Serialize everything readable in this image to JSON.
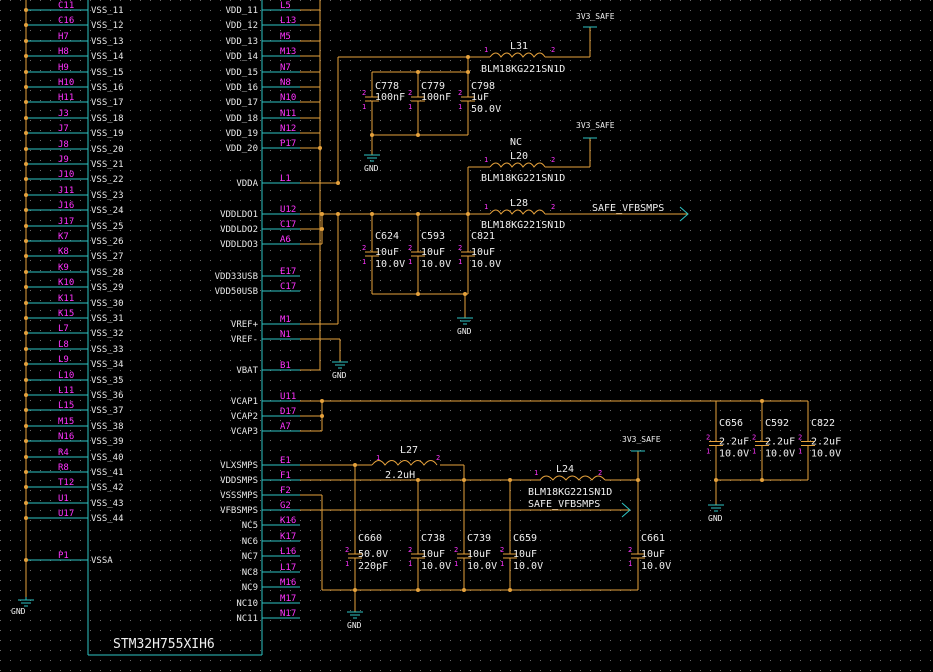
{
  "part": "STM32H755XIH6",
  "left_pins": [
    {
      "n": "C11",
      "s": "VSS_11"
    },
    {
      "n": "C16",
      "s": "VSS_12"
    },
    {
      "n": "H7",
      "s": "VSS_13"
    },
    {
      "n": "H8",
      "s": "VSS_14"
    },
    {
      "n": "H9",
      "s": "VSS_15"
    },
    {
      "n": "H10",
      "s": "VSS_16"
    },
    {
      "n": "H11",
      "s": "VSS_17"
    },
    {
      "n": "J3",
      "s": "VSS_18"
    },
    {
      "n": "J7",
      "s": "VSS_19"
    },
    {
      "n": "J8",
      "s": "VSS_20"
    },
    {
      "n": "J9",
      "s": "VSS_21"
    },
    {
      "n": "J10",
      "s": "VSS_22"
    },
    {
      "n": "J11",
      "s": "VSS_23"
    },
    {
      "n": "J16",
      "s": "VSS_24"
    },
    {
      "n": "J17",
      "s": "VSS_25"
    },
    {
      "n": "K7",
      "s": "VSS_26"
    },
    {
      "n": "K8",
      "s": "VSS_27"
    },
    {
      "n": "K9",
      "s": "VSS_28"
    },
    {
      "n": "K10",
      "s": "VSS_29"
    },
    {
      "n": "K11",
      "s": "VSS_30"
    },
    {
      "n": "K15",
      "s": "VSS_31"
    },
    {
      "n": "L7",
      "s": "VSS_32"
    },
    {
      "n": "L8",
      "s": "VSS_33"
    },
    {
      "n": "L9",
      "s": "VSS_34"
    },
    {
      "n": "L10",
      "s": "VSS_35"
    },
    {
      "n": "L11",
      "s": "VSS_36"
    },
    {
      "n": "L15",
      "s": "VSS_37"
    },
    {
      "n": "M15",
      "s": "VSS_38"
    },
    {
      "n": "N16",
      "s": "VSS_39"
    },
    {
      "n": "R4",
      "s": "VSS_40"
    },
    {
      "n": "R8",
      "s": "VSS_41"
    },
    {
      "n": "T12",
      "s": "VSS_42"
    },
    {
      "n": "U1",
      "s": "VSS_43"
    },
    {
      "n": "U17",
      "s": "VSS_44"
    }
  ],
  "left_extra": {
    "n": "P1",
    "s": "VSSA"
  },
  "right_pins": [
    {
      "n": "L5",
      "s": "VDD_11"
    },
    {
      "n": "L13",
      "s": "VDD_12"
    },
    {
      "n": "M5",
      "s": "VDD_13"
    },
    {
      "n": "M13",
      "s": "VDD_14"
    },
    {
      "n": "N7",
      "s": "VDD_15"
    },
    {
      "n": "N8",
      "s": "VDD_16"
    },
    {
      "n": "N10",
      "s": "VDD_17"
    },
    {
      "n": "N11",
      "s": "VDD_18"
    },
    {
      "n": "N12",
      "s": "VDD_19"
    },
    {
      "n": "P17",
      "s": "VDD_20"
    },
    {
      "n": "L1",
      "s": "VDDA"
    },
    {
      "n": "U12",
      "s": "VDDLDO1"
    },
    {
      "n": "C17",
      "s": "VDDLDO2"
    },
    {
      "n": "A6",
      "s": "VDDLDO3"
    },
    {
      "n": "E17",
      "s": "VDD33USB"
    },
    {
      "n": "C17",
      "s": "VDD50USB"
    },
    {
      "n": "M1",
      "s": "VREF+"
    },
    {
      "n": "N1",
      "s": "VREF-"
    },
    {
      "n": "B1",
      "s": "VBAT"
    },
    {
      "n": "U11",
      "s": "VCAP1"
    },
    {
      "n": "D17",
      "s": "VCAP2"
    },
    {
      "n": "A7",
      "s": "VCAP3"
    },
    {
      "n": "E1",
      "s": "VLXSMPS"
    },
    {
      "n": "F1",
      "s": "VDDSMPS"
    },
    {
      "n": "F2",
      "s": "VSSSMPS"
    },
    {
      "n": "G2",
      "s": "VFBSMPS"
    },
    {
      "n": "K16",
      "s": "NC5"
    },
    {
      "n": "K17",
      "s": "NC6"
    },
    {
      "n": "L16",
      "s": "NC7"
    },
    {
      "n": "L17",
      "s": "NC8"
    },
    {
      "n": "M16",
      "s": "NC9"
    },
    {
      "n": "M17",
      "s": "NC10"
    },
    {
      "n": "N17",
      "s": "NC11"
    }
  ],
  "nets": {
    "v3_1": "3V3_SAFE",
    "v3_2": "3V3_SAFE",
    "v3_3": "3V3_SAFE",
    "vfb_1": "SAFE_VFBSMPS",
    "vfb_2": "SAFE_VFBSMPS",
    "gnd": "GND",
    "nc": "NC"
  },
  "inductors": {
    "L31": {
      "ref": "L31",
      "val": "BLM18KG221SN1D"
    },
    "L20": {
      "ref": "L20",
      "val": "BLM18KG221SN1D"
    },
    "L28": {
      "ref": "L28",
      "val": "BLM18KG221SN1D"
    },
    "L27": {
      "ref": "L27",
      "val": "2.2uH"
    },
    "L24": {
      "ref": "L24",
      "val": "BLM18KG221SN1D"
    }
  },
  "caps": {
    "C778": {
      "ref": "C778",
      "v1": "100nF",
      "v2": ""
    },
    "C779": {
      "ref": "C779",
      "v1": "100nF",
      "v2": ""
    },
    "C798": {
      "ref": "C798",
      "v1": "1uF",
      "v2": "50.0V"
    },
    "C624": {
      "ref": "C624",
      "v1": "10uF",
      "v2": "10.0V"
    },
    "C593": {
      "ref": "C593",
      "v1": "10uF",
      "v2": "10.0V"
    },
    "C821": {
      "ref": "C821",
      "v1": "10uF",
      "v2": "10.0V"
    },
    "C656": {
      "ref": "C656",
      "v1": "2.2uF",
      "v2": "10.0V"
    },
    "C592": {
      "ref": "C592",
      "v1": "2.2uF",
      "v2": "10.0V"
    },
    "C822": {
      "ref": "C822",
      "v1": "2.2uF",
      "v2": "10.0V"
    },
    "C660": {
      "ref": "C660",
      "v1": "50.0V",
      "v2": "220pF"
    },
    "C738": {
      "ref": "C738",
      "v1": "10uF",
      "v2": "10.0V"
    },
    "C739": {
      "ref": "C739",
      "v1": "10uF",
      "v2": "10.0V"
    },
    "C659": {
      "ref": "C659",
      "v1": "10uF",
      "v2": "10.0V"
    },
    "C661": {
      "ref": "C661",
      "v1": "10uF",
      "v2": "10.0V"
    }
  },
  "colors": {
    "bg": "#000000",
    "wire": "#e6a23c",
    "body": "#2ec4c4",
    "pin": "#ff33ff",
    "text": "#f0f0f0"
  }
}
